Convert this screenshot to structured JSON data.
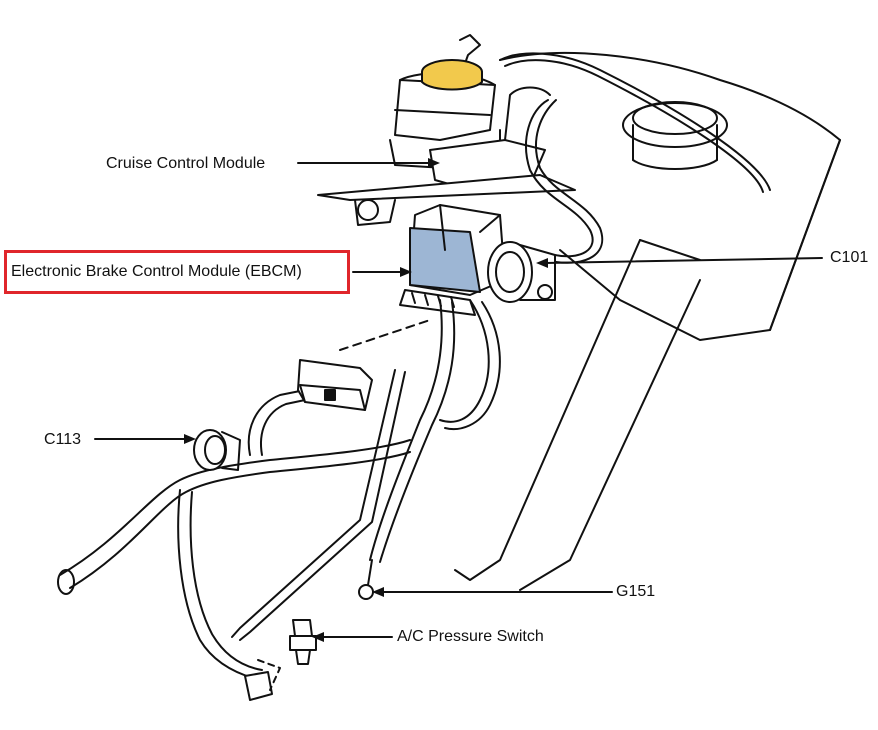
{
  "labels": {
    "cruise_control_module": "Cruise Control Module",
    "ebcm": "Electronic Brake Control Module (EBCM)",
    "c101": "C101",
    "c113": "C113",
    "g151": "G151",
    "ac_pressure_switch": "A/C Pressure Switch"
  },
  "colors": {
    "line": "#111111",
    "ebcm_fill": "#9db6d4",
    "reservoir_cap": "#f2c94c",
    "highlight": "#e0262b"
  }
}
